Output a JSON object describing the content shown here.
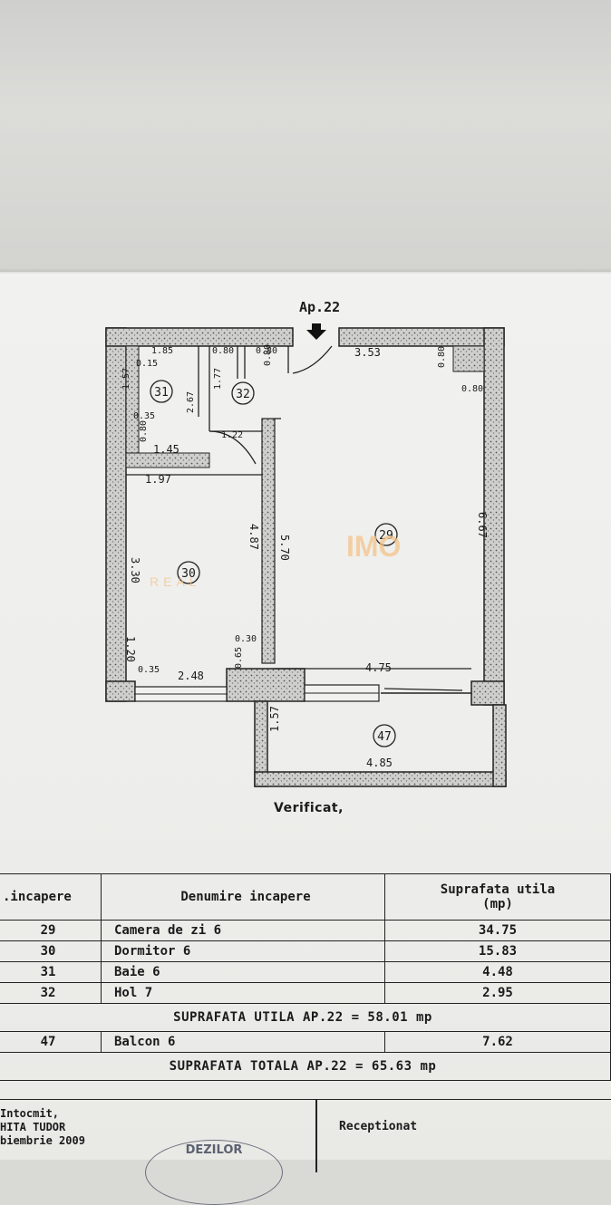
{
  "plan": {
    "apartment_label": "Ap.22",
    "dimensions": [
      "1.85",
      "0.80",
      "0.80",
      "0.80",
      "3.53",
      "0.80",
      "0.80",
      "0.15",
      "1.57",
      "0.35",
      "0.80",
      "1.45",
      "2.67",
      "1.77",
      "1.22",
      "1.97",
      "3.30",
      "4.87",
      "5.70",
      "6.67",
      "0.30",
      "0.65",
      "1.20",
      "0.35",
      "2.48",
      "4.75",
      "1.57",
      "4.85"
    ],
    "room_numbers": [
      "31",
      "32",
      "29",
      "30",
      "47"
    ],
    "watermark_main": "IMO",
    "watermark_sub": "REAL"
  },
  "verified": "Verificat,",
  "table": {
    "headers": [
      ".incapere",
      "Denumire incapere",
      "Suprafata utila\n(mp)"
    ],
    "rows": [
      {
        "nr": "29",
        "name": "Camera de zi 6",
        "area": "34.75"
      },
      {
        "nr": "30",
        "name": "Dormitor 6",
        "area": "15.83"
      },
      {
        "nr": "31",
        "name": "Baie 6",
        "area": "4.48"
      },
      {
        "nr": "32",
        "name": "Hol 7",
        "area": "2.95"
      }
    ],
    "subtotal": "SUPRAFATA UTILA AP.22 = 58.01 mp",
    "balcony": {
      "nr": "47",
      "name": "Balcon 6",
      "area": "7.62"
    },
    "total": "SUPRAFATA TOTALA AP.22 = 65.63 mp"
  },
  "footer": {
    "left_lines": [
      "Intocmit,",
      "HITA TUDOR",
      "biembrie 2009"
    ],
    "right": "Receptionat",
    "stamp": "DEZILOR"
  }
}
